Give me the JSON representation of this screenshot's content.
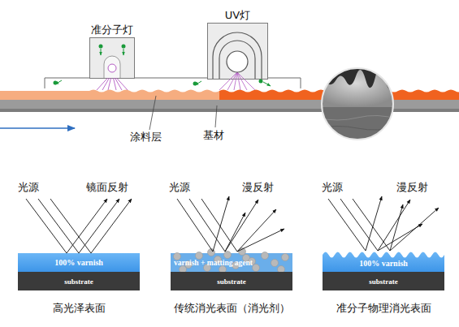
{
  "diagram": {
    "nodes": [
      {
        "text": [
          "准分子灯"
        ]
      },
      {
        "text": [
          "UV灯"
        ]
      },
      {
        "text": [
          "100% varnish"
        ]
      },
      {
        "text": [
          "substrate"
        ]
      },
      {
        "text": [
          "varnish + matting agent"
        ]
      },
      {
        "text": [
          "substrate"
        ]
      },
      {
        "text": [
          "100% varnish"
        ]
      },
      {
        "text": [
          "substrate"
        ]
      }
    ],
    "labels": [
      "涂料层",
      "基材",
      "光源",
      "镜面反射",
      "高光泽表面",
      "光源",
      "漫反射",
      "传统消光表面（消光剂）",
      "光源",
      "漫反射",
      "准分子物理消光表面"
    ]
  }
}
